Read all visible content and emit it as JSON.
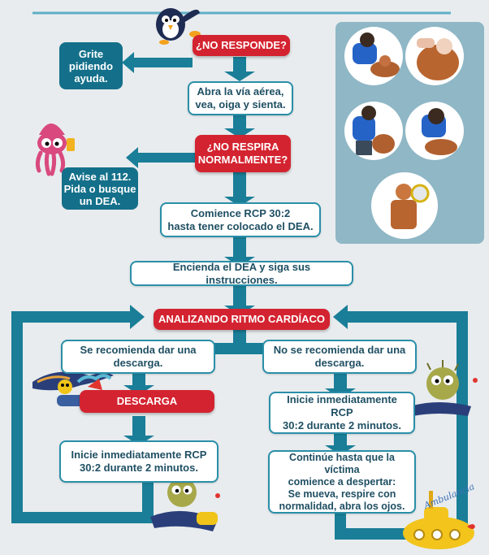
{
  "colors": {
    "teal": "#14708a",
    "arrow": "#1a7e98",
    "red": "#d42330",
    "panel": "#8fb7c6",
    "box_border": "#2a8fa9"
  },
  "nodes": {
    "no_responde": "¿NO RESPONDE?",
    "grite": "Grite\npidiendo\nayuda.",
    "abra": "Abra la vía aérea,\nvea, oiga y sienta.",
    "no_respira": "¿NO RESPIRA\nNORMALMENTE?",
    "avise": "Avise al 112.\nPida o busque\nun DEA.",
    "rcp_dea": "Comience RCP 30:2\nhasta tener colocado el DEA.",
    "encienda": "Encienda el DEA y siga sus instrucciones.",
    "analizando": "ANALIZANDO RITMO CARDÍACO",
    "se_recomienda": "Se recomienda dar una\ndescarga.",
    "no_recomienda": "No se recomienda dar una\ndescarga.",
    "descarga": "DESCARGA",
    "rcp_left": "Inicie inmediatamente RCP\n30:2 durante 2 minutos.",
    "rcp_right": "Inicie inmediatamente RCP\n30:2 durante 2 minutos.",
    "continue": "Continúe hasta que la víctima\ncomience a despertar:\nSe mueva, respire con\nnormalidad, abra los ojos."
  },
  "decor": {
    "submarine_text": "Ambulancia"
  },
  "illustrations": [
    "penguin-mascot",
    "squid-mascot",
    "surfer-mascot",
    "pufferfish-mascot-right",
    "pufferfish-mascot-bottom",
    "yellow-submarine"
  ],
  "photos": [
    "cpr-chest-compressions-photo",
    "cpr-hand-position-photo",
    "cpr-airway-check-photo",
    "cpr-rescue-breath-photo",
    "aed-training-manikin-photo"
  ]
}
